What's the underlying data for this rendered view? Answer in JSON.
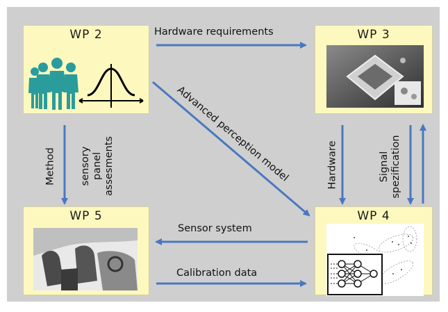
{
  "colors": {
    "panel": "#cfcfcf",
    "box": "#fdf8be",
    "arrow": "#4a78be",
    "people": "#2a9c9c"
  },
  "wp2": {
    "title": "WP 2",
    "icons": [
      "people-group-icon",
      "gaussian-curve-icon"
    ]
  },
  "wp3": {
    "title": "WP 3",
    "image": "sensor-chip-photo"
  },
  "wp4": {
    "title": "WP 4",
    "image": "neural-network-scatter-plot"
  },
  "wp5": {
    "title": "WP 5",
    "image": "car-interior-photo"
  },
  "arrows": {
    "hardware_requirements": "Hardware requirements",
    "advanced_perception_model": "Advanced perception model",
    "method": "Method",
    "sensory_panel_assesments": "sensory\npanel\nassesments",
    "hardware": "Hardware",
    "signal_spezification": "Signal\nspezification",
    "sensor_system": "Sensor system",
    "calibration_data": "Calibration data"
  }
}
